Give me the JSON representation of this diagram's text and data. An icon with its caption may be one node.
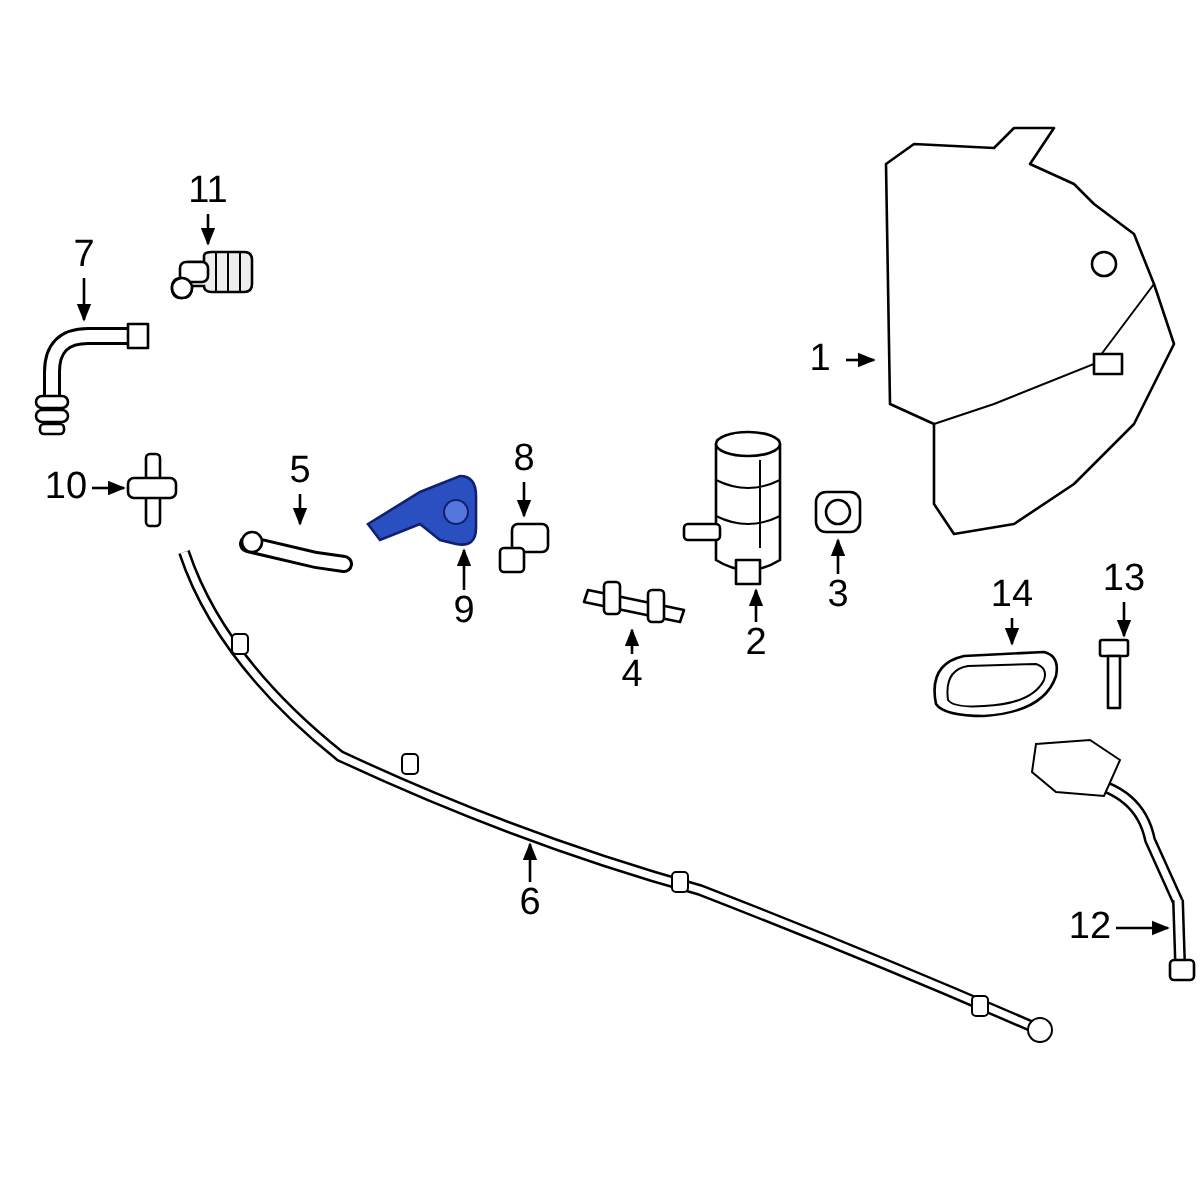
{
  "diagram": {
    "nodes": [
      {
        "text": [
          "1"
        ]
      },
      {
        "text": [
          "2"
        ]
      },
      {
        "text": [
          "3"
        ]
      },
      {
        "text": [
          "4"
        ]
      },
      {
        "text": [
          "5"
        ]
      },
      {
        "text": [
          "6"
        ]
      },
      {
        "text": [
          "7"
        ]
      },
      {
        "text": [
          "8"
        ]
      },
      {
        "text": [
          "9"
        ]
      },
      {
        "text": [
          "10"
        ]
      },
      {
        "text": [
          "11"
        ]
      },
      {
        "text": [
          "12"
        ]
      },
      {
        "text": [
          "13"
        ]
      },
      {
        "text": [
          "14"
        ]
      },
      {
        "text": [],
        "shape": "picture"
      },
      {
        "text": [],
        "shape": "picture"
      },
      {
        "text": [],
        "shape": "picture"
      },
      {
        "text": [],
        "shape": "picture"
      },
      {
        "text": [],
        "shape": "picture"
      },
      {
        "text": [],
        "shape": "picture"
      },
      {
        "text": [],
        "shape": "picture"
      },
      {
        "text": [],
        "shape": "picture"
      },
      {
        "text": [],
        "shape": "picture"
      },
      {
        "text": [],
        "shape": "picture"
      },
      {
        "text": [],
        "shape": "picture"
      },
      {
        "text": [],
        "shape": "picture"
      },
      {
        "text": [],
        "shape": "picture"
      }
    ],
    "edges": [
      {
        "from": 0,
        "to": 23,
        "arrow": "to"
      },
      {
        "from": 1,
        "to": 21,
        "arrow": "to"
      },
      {
        "from": 2,
        "to": 22,
        "arrow": "to"
      },
      {
        "from": 3,
        "to": 20,
        "arrow": "to"
      },
      {
        "from": 4,
        "to": 17,
        "arrow": "to"
      },
      {
        "from": 5,
        "to": null,
        "arrow": "to"
      },
      {
        "from": 6,
        "to": 14,
        "arrow": "to"
      },
      {
        "from": 7,
        "to": 19,
        "arrow": "to"
      },
      {
        "from": 8,
        "to": 18,
        "arrow": "to"
      },
      {
        "from": 9,
        "to": 15,
        "arrow": "to"
      },
      {
        "from": 10,
        "to": 16,
        "arrow": "to"
      },
      {
        "from": 11,
        "to": 26,
        "arrow": "to"
      },
      {
        "from": 12,
        "to": 25,
        "arrow": "to"
      },
      {
        "from": 13,
        "to": 24,
        "arrow": "to"
      }
    ]
  }
}
